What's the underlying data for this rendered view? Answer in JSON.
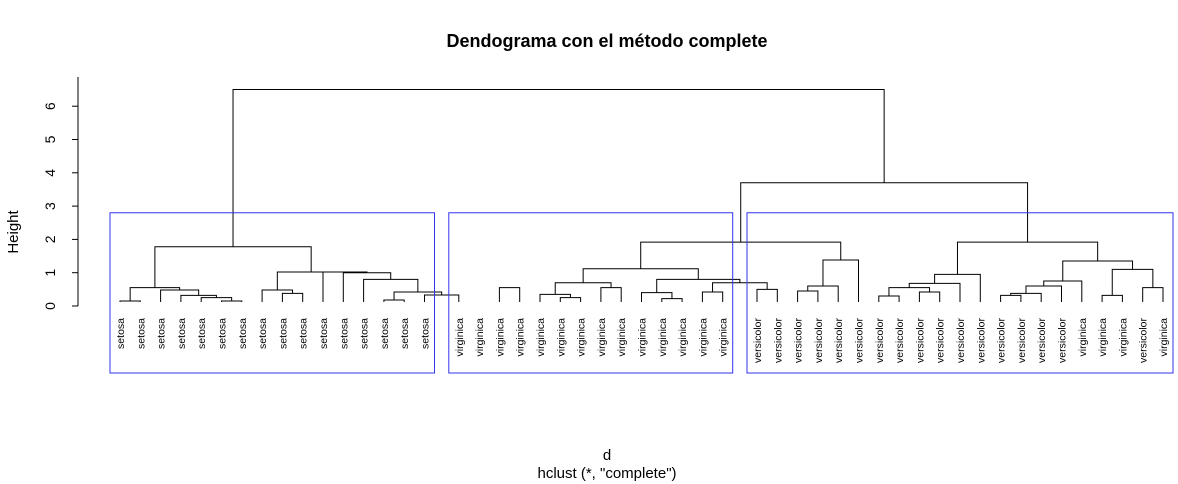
{
  "chart_data": {
    "type": "dendrogram",
    "title": "Dendograma con el método  complete",
    "xlabel": "d",
    "sublabel": "hclust (*, \"complete\")",
    "ylabel": "Height",
    "ylim": [
      0,
      6.5
    ],
    "yticks": [
      0,
      1,
      2,
      3,
      4,
      5,
      6
    ],
    "leaves": [
      "setosa",
      "setosa",
      "setosa",
      "setosa",
      "setosa",
      "setosa",
      "setosa",
      "setosa",
      "setosa",
      "setosa",
      "setosa",
      "setosa",
      "setosa",
      "setosa",
      "setosa",
      "setosa",
      "virginica",
      "virginica",
      "virginica",
      "virginica",
      "virginica",
      "virginica",
      "virginica",
      "virginica",
      "virginica",
      "virginica",
      "virginica",
      "virginica",
      "virginica",
      "virginica",
      "versicolor",
      "versicolor",
      "versicolor",
      "versicolor",
      "versicolor",
      "versicolor",
      "versicolor",
      "versicolor",
      "versicolor",
      "versicolor",
      "versicolor",
      "versicolor",
      "versicolor",
      "versicolor",
      "versicolor",
      "versicolor",
      "virginica",
      "virginica",
      "virginica",
      "versicolor",
      "virginica"
    ],
    "merges": [
      {
        "left": 0,
        "right": 1,
        "height": 0.15
      },
      {
        "left": 5,
        "right": 6,
        "height": 0.15
      },
      {
        "left": 4,
        "right": "m1",
        "height": 0.25
      },
      {
        "left": 3,
        "right": "m2",
        "height": 0.32
      },
      {
        "left": 2,
        "right": "m3",
        "height": 0.48
      },
      {
        "left": "m0",
        "right": "m4",
        "height": 0.55
      },
      {
        "left": 8,
        "right": 9,
        "height": 0.38
      },
      {
        "left": 7,
        "right": "m6",
        "height": 0.48
      },
      {
        "left": 13,
        "right": 14,
        "height": 0.18
      },
      {
        "left": 15,
        "right": 16,
        "height": 0.33
      },
      {
        "left": "m8",
        "right": "m9",
        "height": 0.42
      },
      {
        "left": 12,
        "right": "m10",
        "height": 0.8
      },
      {
        "left": 11,
        "right": "m11",
        "height": 1.0
      },
      {
        "left": 10,
        "right": "m12",
        "height": 1.02
      },
      {
        "left": "m7",
        "right": "m13",
        "height": 1.02
      },
      {
        "left": "m5",
        "right": "m14",
        "height": 1.78
      },
      {
        "left": 18,
        "right": 19,
        "height": 0.55
      },
      {
        "left": 21,
        "right": 22,
        "height": 0.25
      },
      {
        "left": 20,
        "right": "m17",
        "height": 0.35
      },
      {
        "left": 23,
        "right": 24,
        "height": 0.55
      },
      {
        "left": "m18",
        "right": "m19",
        "height": 0.7
      },
      {
        "left": 26,
        "right": 27,
        "height": 0.22
      },
      {
        "left": 25,
        "right": "m21",
        "height": 0.4
      },
      {
        "left": 28,
        "right": 29,
        "height": 0.42
      },
      {
        "left": 30,
        "right": 31,
        "height": 0.5
      },
      {
        "left": "m23",
        "right": "m24",
        "height": 0.7
      },
      {
        "left": "m22",
        "right": "m25",
        "height": 0.8
      },
      {
        "left": "m20",
        "right": "m26",
        "height": 1.12
      },
      {
        "left": 32,
        "right": 33,
        "height": 0.45
      },
      {
        "left": "m28",
        "right": 34,
        "height": 0.6
      },
      {
        "left": 35,
        "right": "m29",
        "height": 1.38
      },
      {
        "left": 36,
        "right": 37,
        "height": 0.3
      },
      {
        "left": 38,
        "right": 39,
        "height": 0.42
      },
      {
        "left": "m31",
        "right": "m32",
        "height": 0.55
      },
      {
        "left": "m33",
        "right": 40,
        "height": 0.68
      },
      {
        "left": "m34",
        "right": 41,
        "height": 0.95
      },
      {
        "left": 42,
        "right": 43,
        "height": 0.32
      },
      {
        "left": "m36",
        "right": 44,
        "height": 0.38
      },
      {
        "left": "m37",
        "right": 45,
        "height": 0.6
      },
      {
        "left": "m38",
        "right": 46,
        "height": 0.75
      },
      {
        "left": 47,
        "right": 48,
        "height": 0.32
      },
      {
        "left": 49,
        "right": 50,
        "height": 0.55
      },
      {
        "left": "m40",
        "right": "m41",
        "height": 1.1
      },
      {
        "left": "m39",
        "right": "m42",
        "height": 1.35
      },
      {
        "left": "m35",
        "right": "m43",
        "height": 1.92
      },
      {
        "left": "m27",
        "right": "m30",
        "height": 1.92
      },
      {
        "left": "m44",
        "right": "m45",
        "height": 3.7
      },
      {
        "left": "m15",
        "right": "m46",
        "height": 6.5
      }
    ],
    "clusters": [
      {
        "start": 0,
        "end": 15
      },
      {
        "start": 16,
        "end": 29
      },
      {
        "start": 30,
        "end": 50
      }
    ],
    "cluster_box_height": 2.8,
    "cluster_box_color": "#3333ee"
  }
}
